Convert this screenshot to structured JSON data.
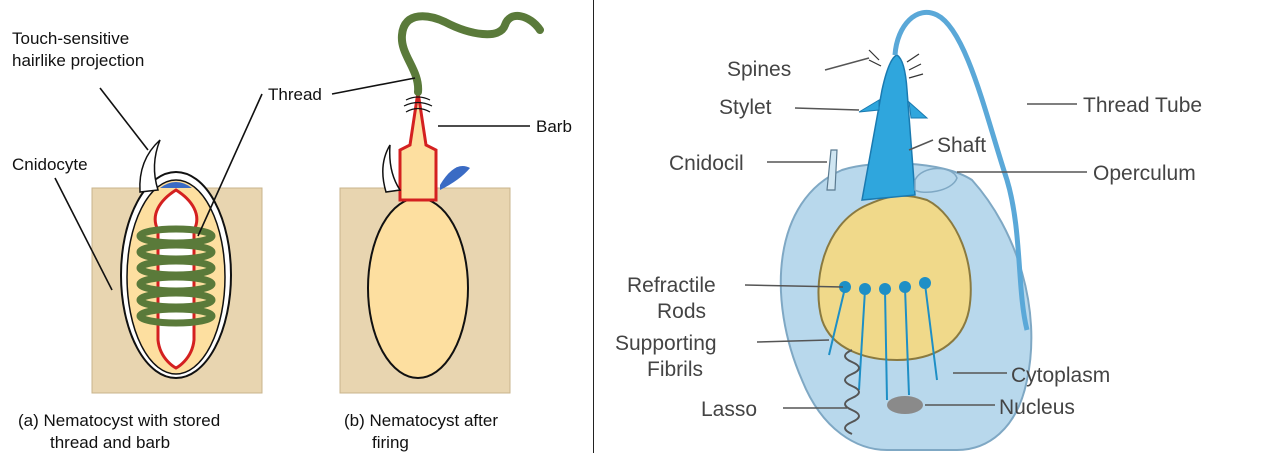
{
  "left": {
    "labels": {
      "touch_line1": "Touch-sensitive",
      "touch_line2": "hairlike projection",
      "cnidocyte": "Cnidocyte",
      "thread": "Thread",
      "barb": "Barb",
      "caption_a_line1": "(a) Nematocyst with stored",
      "caption_a_line2": "thread and barb",
      "caption_b_line1": "(b) Nematocyst after",
      "caption_b_line2": "firing"
    },
    "colors": {
      "cell_tan": "#e8d5b0",
      "capsule_fill": "#fddfa0",
      "thread_green": "#5a7a3a",
      "thread_red": "#d42020",
      "operculum_blue": "#3a6bc4"
    }
  },
  "right": {
    "labels": {
      "spines": "Spines",
      "stylet": "Stylet",
      "cnidocil": "Cnidocil",
      "shaft": "Shaft",
      "operculum": "Operculum",
      "thread_tube": "Thread Tube",
      "refractile_line1": "Refractile",
      "refractile_line2": "Rods",
      "supporting_line1": "Supporting",
      "supporting_line2": "Fibrils",
      "cytoplasm": "Cytoplasm",
      "lasso": "Lasso",
      "nucleus": "Nucleus"
    },
    "colors": {
      "cell_blue": "#b8d8ec",
      "capsule_yellow": "#f0d98a",
      "shaft_blue": "#2fa6dd",
      "rod_blue": "#1e8fc6",
      "nucleus_gray": "#8a8a8a"
    }
  }
}
